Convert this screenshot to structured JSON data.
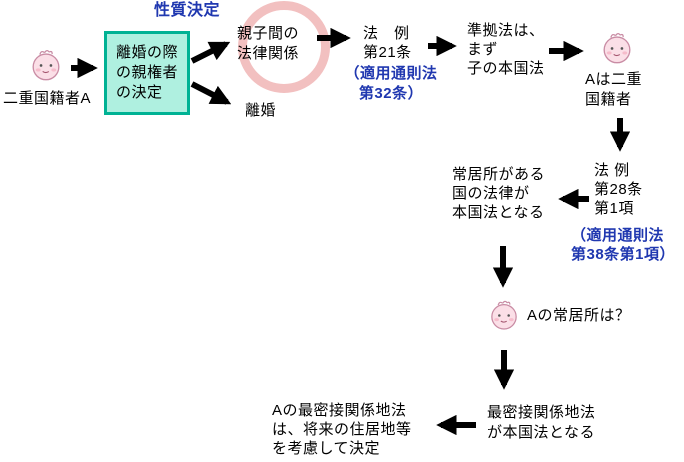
{
  "colors": {
    "accent_blue": "#2038b0",
    "box_border_teal": "#00b294",
    "box_fill_mint": "#aff0e0",
    "emphasis_ring_pink": "#f2c0c0",
    "arrow_black": "#000000",
    "face_fill": "#fbdfe7"
  },
  "labels": {
    "quality_determination": "性質決定",
    "dual_national": "二重国籍者A",
    "custody_box": "離婚の際\nの親権者\nの決定",
    "parent_child": "親子間の\n法律関係",
    "divorce": "離婚",
    "horei_21": "法　例\n第21条",
    "tsusokuho_32": "（適用通則法\n第32条）",
    "governing_law": "準拠法は、\nまず\n子の本国法",
    "a_is_dual": "Aは二重\n国籍者",
    "horei_28": "法 例\n第28条\n第1項",
    "tsusokuho_38": "（適用通則法\n第38条第1項）",
    "habitual_residence_law": "常居所がある\n国の法律が\n本国法となる",
    "a_habitual_residence": "Aの常居所は？",
    "closest_relation_law": "最密接関係地法\nが本国法となる",
    "a_closest_relation": "Aの最密接関係地法\nは、将来の住居地等\nを考慮して決定"
  },
  "icons": {
    "face": "baby-face-icon"
  }
}
